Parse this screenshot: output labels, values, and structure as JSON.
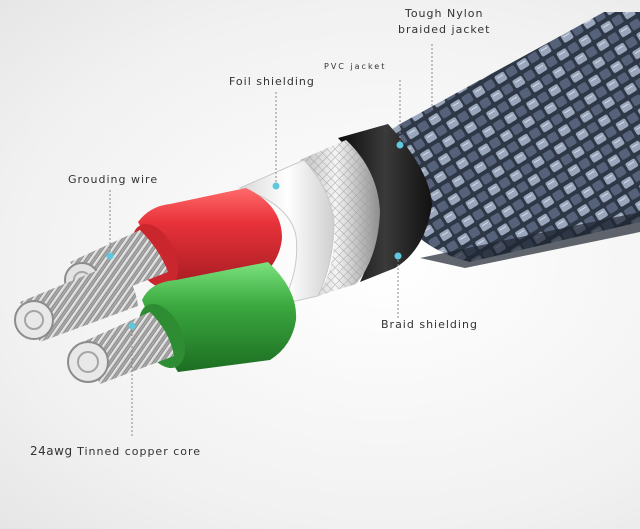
{
  "labels": {
    "jacket_line1": "Tough Nylon",
    "jacket_line2": "braided jacket",
    "pvc": "PVC jacket",
    "foil": "Foil shielding",
    "ground": "Grouding wire",
    "braid": "Braid shielding",
    "core_awg": "24awg",
    "core_text": "Tinned copper core"
  },
  "colors": {
    "red_insulation": "#e8323a",
    "green_insulation": "#3aa83f",
    "braid_dark": "#2d3746",
    "braid_light": "#9aa6bb",
    "pointer_dot": "#5fc8e0"
  }
}
